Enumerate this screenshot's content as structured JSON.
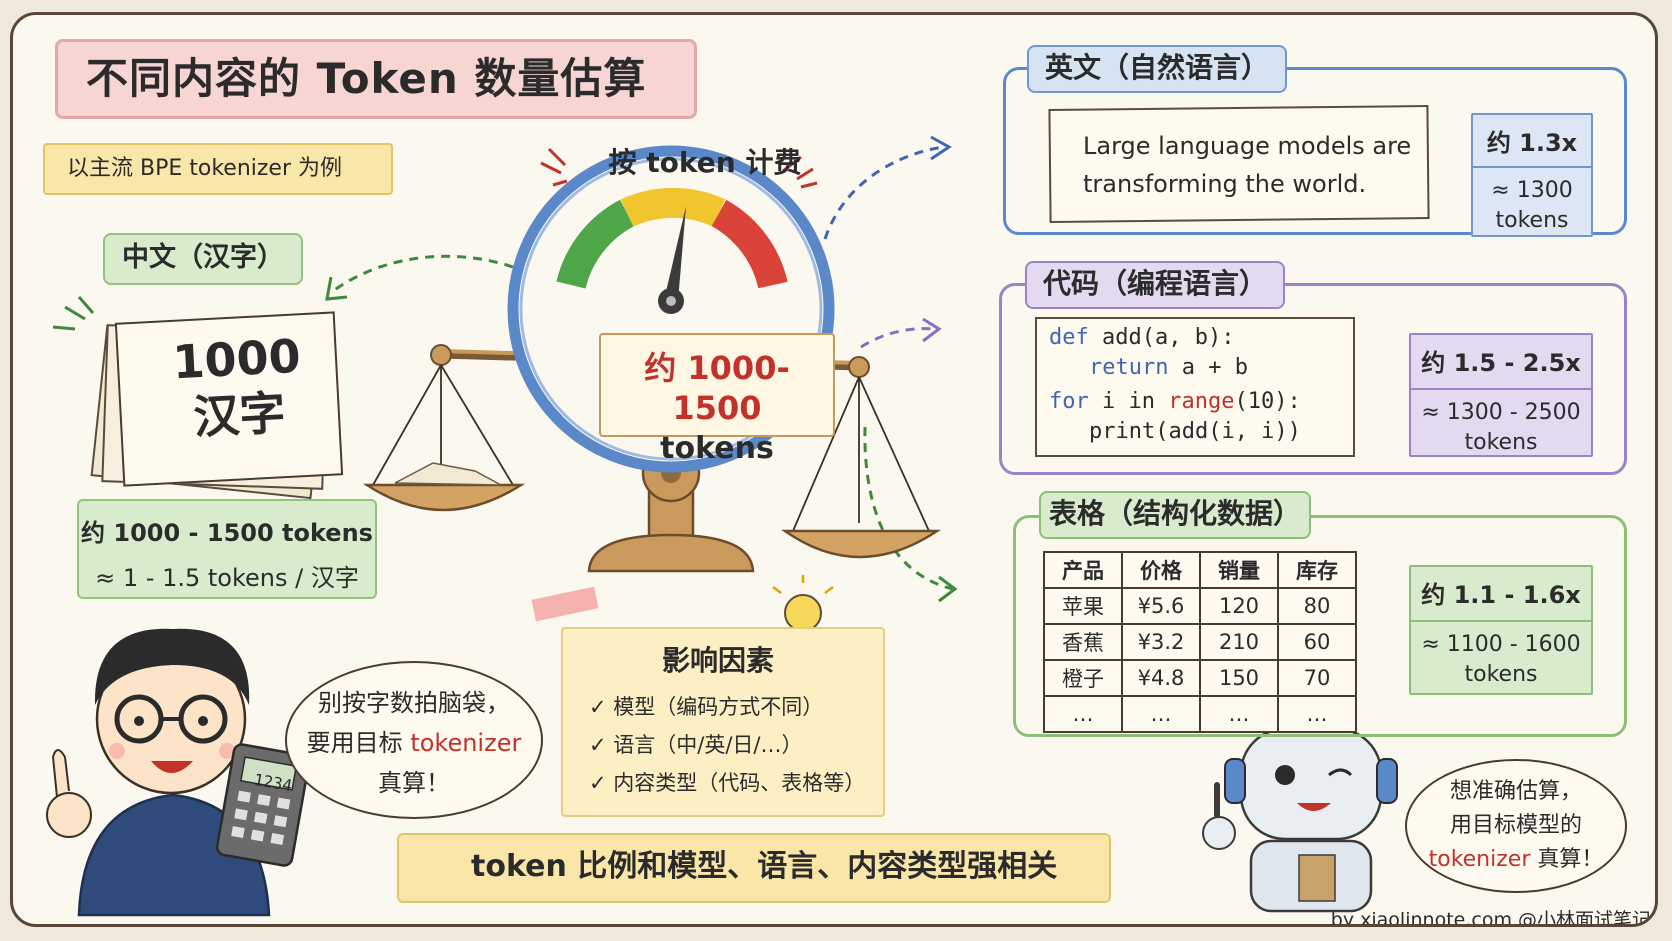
{
  "title": "不同内容的 Token 数量估算",
  "subtitle_tag": "以主流 BPE tokenizer 为例",
  "chinese": {
    "label": "中文（汉字）",
    "paper_line1": "1000",
    "paper_line2": "汉字",
    "result_line1": "约 1000 - 1500 tokens",
    "result_line2": "≈ 1 - 1.5 tokens / 汉字"
  },
  "gauge": {
    "title": "按 token 计费",
    "readout_line1": "约 1000-1500",
    "readout_line2": "tokens",
    "needle_fraction": 0.55
  },
  "factors": {
    "title": "影响因素",
    "items": [
      "✓ 模型（编码方式不同）",
      "✓ 语言（中/英/日/…）",
      "✓ 内容类型（代码、表格等）"
    ]
  },
  "english": {
    "label": "英文（自然语言）",
    "sample_line1": "Large language models are",
    "sample_line2": "transforming the world.",
    "ratio": "约 1.3x",
    "estimate_line1": "≈ 1300",
    "estimate_line2": "tokens"
  },
  "code": {
    "label": "代码（编程语言）",
    "lines": [
      {
        "kw": "def",
        "rest": " add(a, b):"
      },
      {
        "kw": "return",
        "rest": " a + b"
      },
      {
        "kw": "for",
        "rest1": " i in ",
        "fn": "range",
        "rest2": "(10):"
      },
      {
        "rest": "print(add(i, i))"
      }
    ],
    "ratio": "约 1.5 - 2.5x",
    "estimate_line1": "≈ 1300 - 2500",
    "estimate_line2": "tokens"
  },
  "table": {
    "label": "表格（结构化数据）",
    "headers": [
      "产品",
      "价格",
      "销量",
      "库存"
    ],
    "rows": [
      [
        "苹果",
        "¥5.6",
        "120",
        "80"
      ],
      [
        "香蕉",
        "¥3.2",
        "210",
        "60"
      ],
      [
        "橙子",
        "¥4.8",
        "150",
        "70"
      ],
      [
        "…",
        "…",
        "…",
        "…"
      ]
    ],
    "ratio": "约 1.1 - 1.6x",
    "estimate_line1": "≈ 1100 - 1600",
    "estimate_line2": "tokens"
  },
  "bubble_left": {
    "line1": "别按字数拍脑袋，",
    "line2_prefix": "要用目标 ",
    "line2_highlight": "tokenizer",
    "line3": "真算！"
  },
  "calculator_display": "1234",
  "bubble_right": {
    "line1": "想准确估算，",
    "line2": "用目标模型的",
    "line3_highlight": "tokenizer",
    "line3_suffix": " 真算！"
  },
  "banner": "token 比例和模型、语言、内容类型强相关",
  "byline": "by xiaolinnote.com @小林面试笔记",
  "colors": {
    "red_accent": "#c2322b",
    "english_blue": "#5a8acb",
    "code_purple": "#9b82c9",
    "table_green": "#8cbf7a",
    "title_pink": "#f6d5d3",
    "note_yellow": "#f9e6a8"
  }
}
